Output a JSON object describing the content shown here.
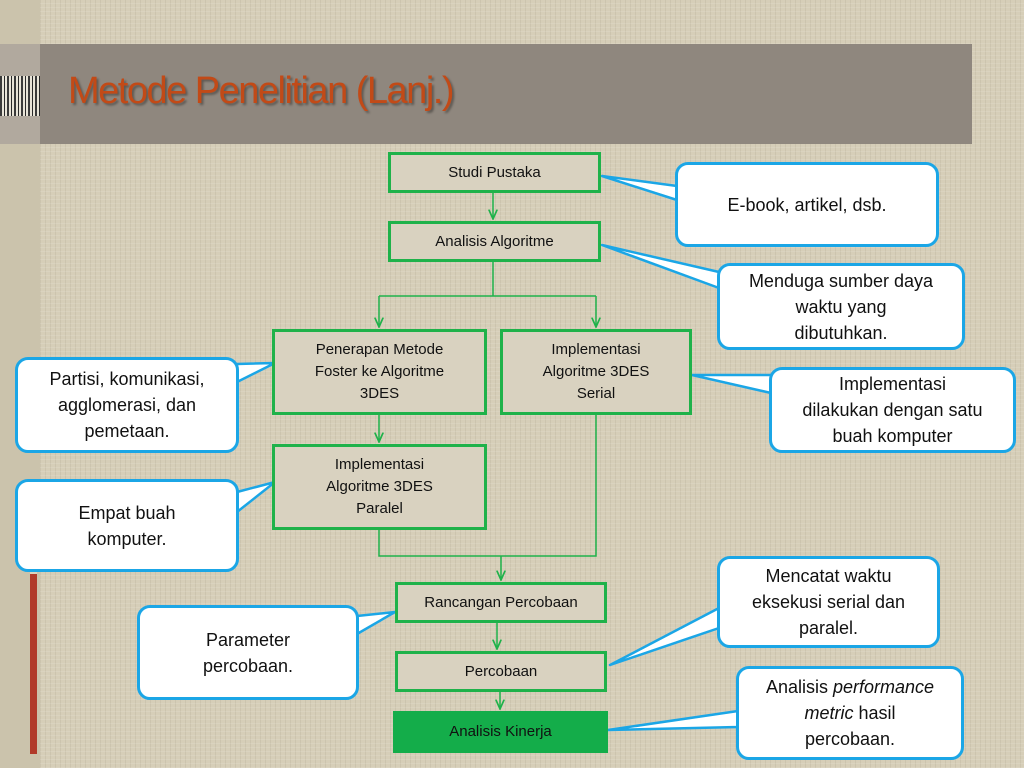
{
  "slide": {
    "title": "Metode Penelitian (Lanj.)"
  },
  "flow": {
    "studi_pustaka": "Studi Pustaka",
    "analisis_algoritme": "Analisis Algoritme",
    "penerapan_foster": [
      "Penerapan Metode",
      "Foster ke Algoritme",
      "3DES"
    ],
    "implementasi_serial": [
      "Implementasi",
      "Algoritme 3DES",
      "Serial"
    ],
    "implementasi_paralel": [
      "Implementasi",
      "Algoritme 3DES",
      "Paralel"
    ],
    "rancangan_percobaan": "Rancangan Percobaan",
    "percobaan": "Percobaan",
    "analisis_kinerja": "Analisis Kinerja"
  },
  "notes": {
    "ebook": "E-book, artikel, dsb.",
    "menduga": [
      "Menduga sumber daya",
      "waktu yang",
      "dibutuhkan."
    ],
    "partisi": [
      "Partisi, komunikasi,",
      "agglomerasi, dan",
      "pemetaan."
    ],
    "implementasi_satu": [
      "Implementasi",
      "dilakukan dengan satu",
      "buah komputer"
    ],
    "empat_buah": [
      "Empat buah",
      "komputer."
    ],
    "mencatat": [
      "Mencatat waktu",
      "eksekusi serial dan",
      "paralel."
    ],
    "parameter": [
      "Parameter",
      "percobaan."
    ],
    "analisis_perf": {
      "line1_prefix": "Analisis ",
      "line1_italic": "performance",
      "line2_italic": "metric",
      "line2_suffix": " hasil",
      "line3": "percobaan."
    }
  },
  "colors": {
    "title": "#c24a17",
    "node_border": "#1fb24a",
    "node_filled": "#14ad4a",
    "note_border": "#1ba6e6",
    "header_band": "#8f877e"
  }
}
